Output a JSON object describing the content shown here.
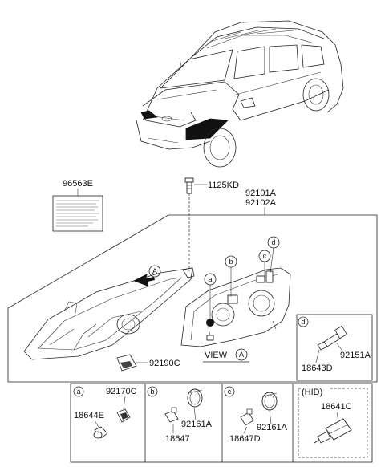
{
  "labels": {
    "sticker": "96563E",
    "bolt": "1125KD",
    "assy_left": "92101A",
    "assy_right": "92102A",
    "bulb_holder": "92190C",
    "view_text": "VIEW",
    "view_letter": "A",
    "arrow_letter": "A"
  },
  "callouts": {
    "a": "a",
    "b": "b",
    "c": "c",
    "d": "d"
  },
  "detail_d": {
    "letter": "d",
    "part1": "92151A",
    "part2": "18643D"
  },
  "panel_a": {
    "letter": "a",
    "part1": "92170C",
    "part2": "18644E"
  },
  "panel_b": {
    "letter": "b",
    "part1": "92161A",
    "part2": "18647"
  },
  "panel_c": {
    "letter": "c",
    "part1": "92161A",
    "part2": "18647D"
  },
  "panel_hid": {
    "title": "(HID)",
    "part1": "18641C"
  }
}
